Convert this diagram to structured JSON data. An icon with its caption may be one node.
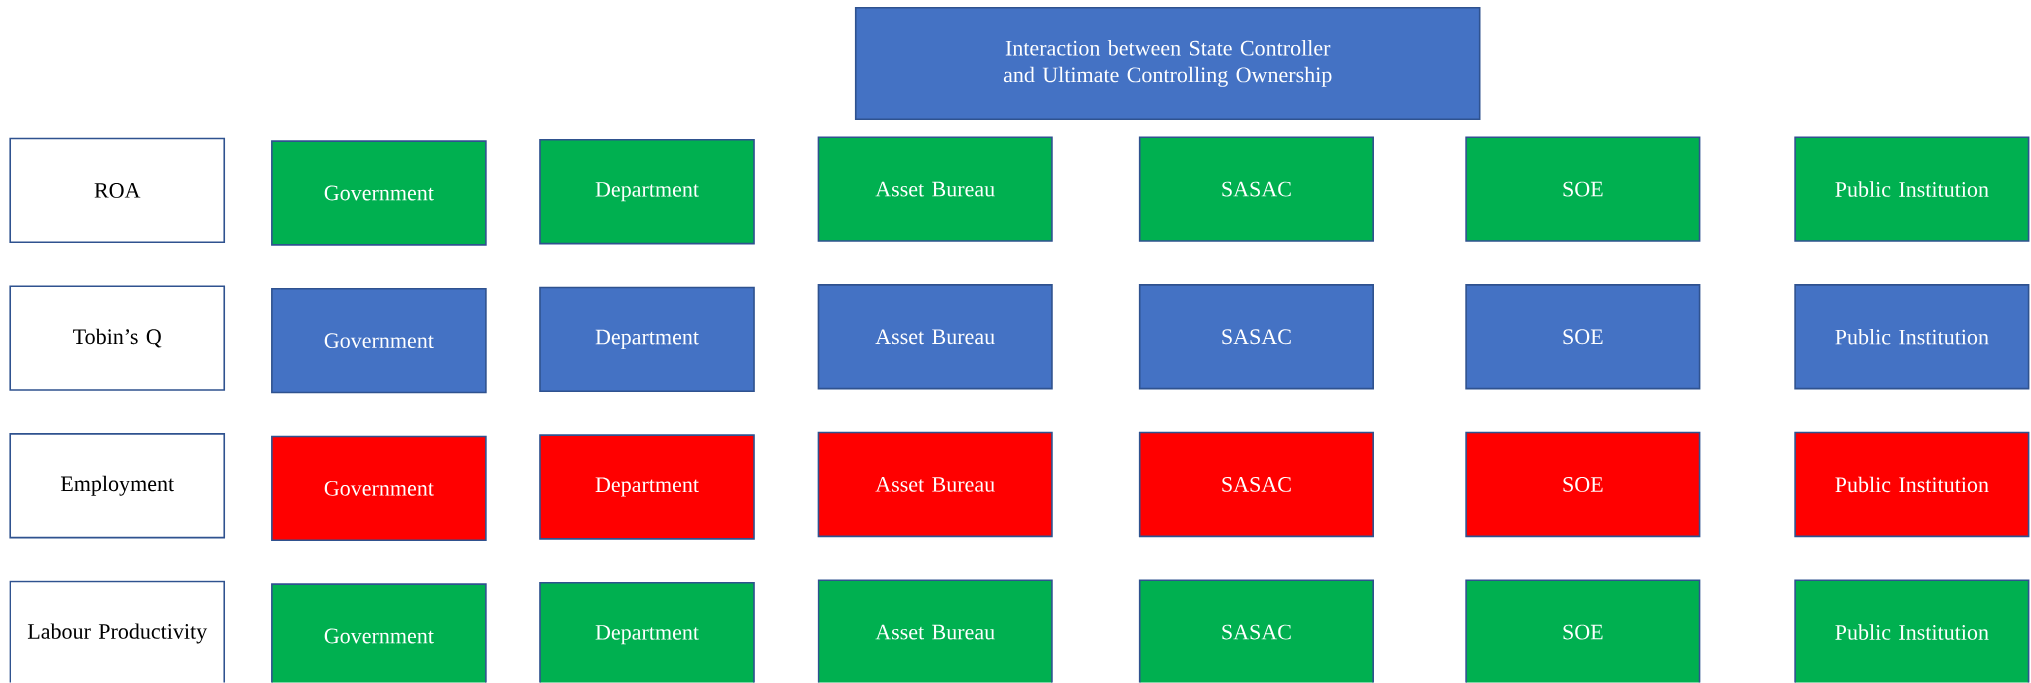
{
  "diagram": {
    "nodes": [
      {
        "text": [
          "Interaction between State Controller and Ultimate Controlling Ownership"
        ]
      },
      {
        "text": [
          "ROA"
        ]
      },
      {
        "text": [
          "Government"
        ]
      },
      {
        "text": [
          "Department"
        ]
      },
      {
        "text": [
          "Asset Bureau"
        ]
      },
      {
        "text": [
          "SASAC"
        ]
      },
      {
        "text": [
          "SOE"
        ]
      },
      {
        "text": [
          "Public Institution"
        ]
      },
      {
        "text": [
          "Tobin’s Q"
        ]
      },
      {
        "text": [
          "Government"
        ]
      },
      {
        "text": [
          "Department"
        ]
      },
      {
        "text": [
          "Asset Bureau"
        ]
      },
      {
        "text": [
          "SASAC"
        ]
      },
      {
        "text": [
          "SOE"
        ]
      },
      {
        "text": [
          "Public Institution"
        ]
      },
      {
        "text": [
          "Employment"
        ]
      },
      {
        "text": [
          "Government"
        ]
      },
      {
        "text": [
          "Department"
        ]
      },
      {
        "text": [
          "Asset Bureau"
        ]
      },
      {
        "text": [
          "SASAC"
        ]
      },
      {
        "text": [
          "SOE"
        ]
      },
      {
        "text": [
          "Public Institution"
        ]
      },
      {
        "text": [
          "Labour Productivity"
        ]
      },
      {
        "text": [
          "Government"
        ]
      },
      {
        "text": [
          "Department"
        ]
      },
      {
        "text": [
          "Asset Bureau"
        ]
      },
      {
        "text": [
          "SASAC"
        ]
      },
      {
        "text": [
          "SOE"
        ]
      },
      {
        "text": [
          "Public Institution"
        ]
      }
    ]
  }
}
